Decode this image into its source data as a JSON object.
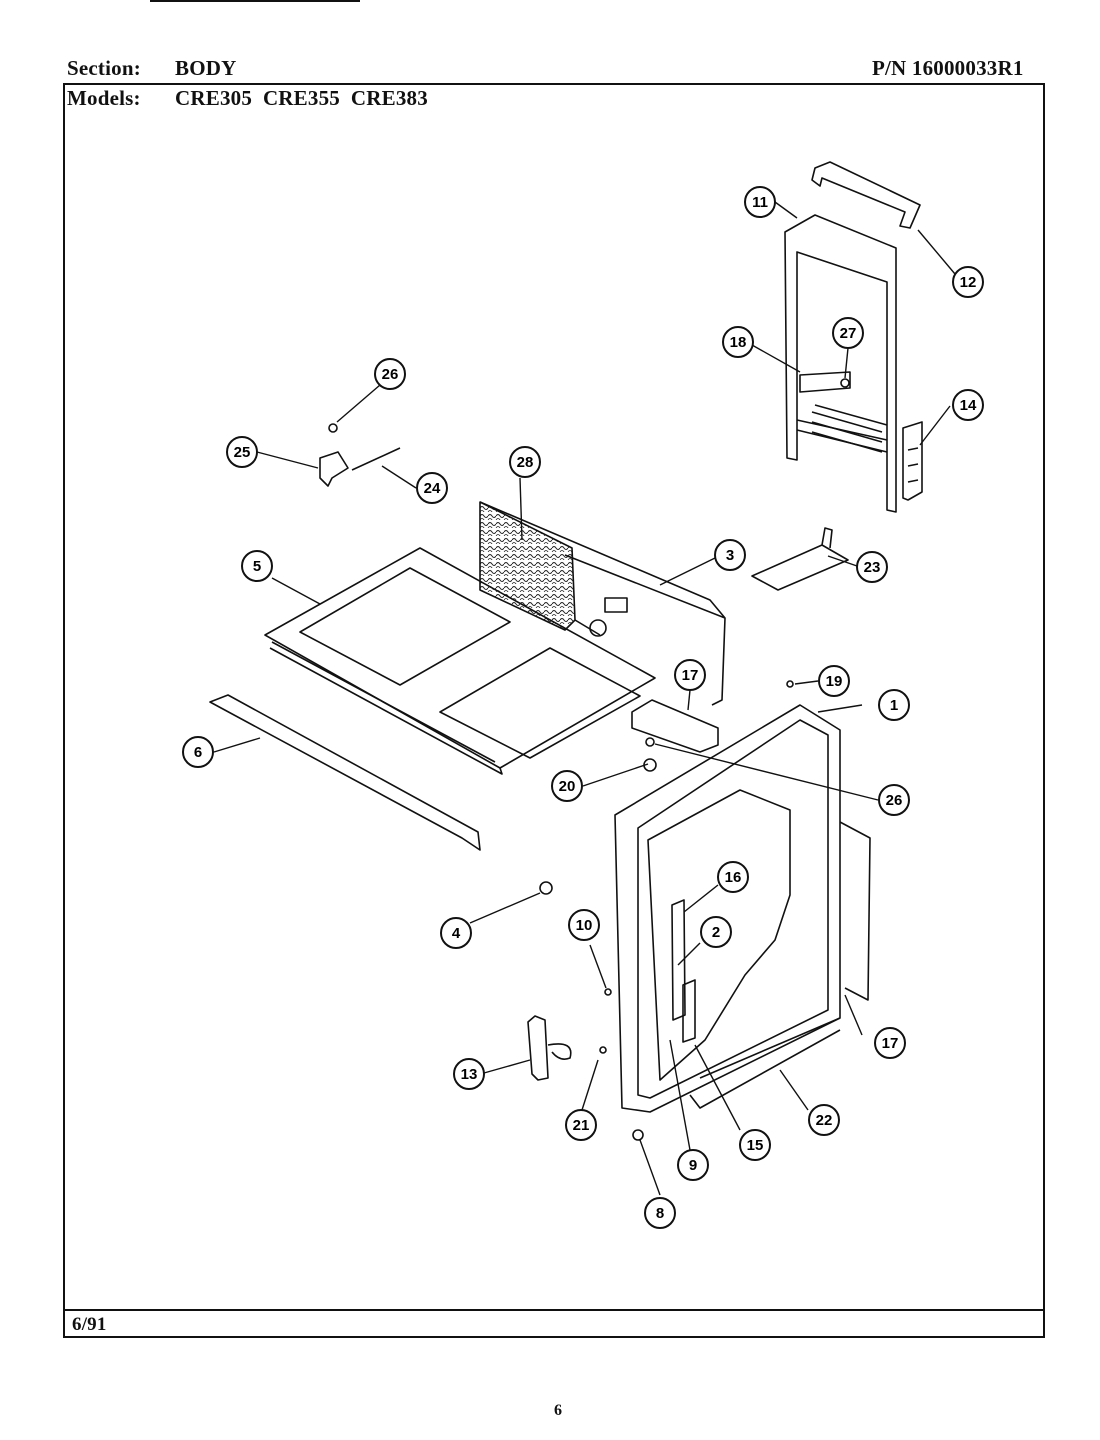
{
  "header": {
    "section_label": "Section:",
    "section_value": "BODY",
    "part_number": "P/N 16000033R1",
    "models_label": "Models:",
    "models_value": "CRE305  CRE355  CRE383"
  },
  "footer": {
    "date": "6/91",
    "page_number": "6"
  },
  "callouts": [
    "11",
    "12",
    "27",
    "18",
    "14",
    "26",
    "25",
    "24",
    "28",
    "3",
    "23",
    "5",
    "17",
    "19",
    "1",
    "6",
    "20",
    "26",
    "16",
    "4",
    "10",
    "2",
    "17",
    "13",
    "21",
    "9",
    "15",
    "22",
    "8"
  ]
}
